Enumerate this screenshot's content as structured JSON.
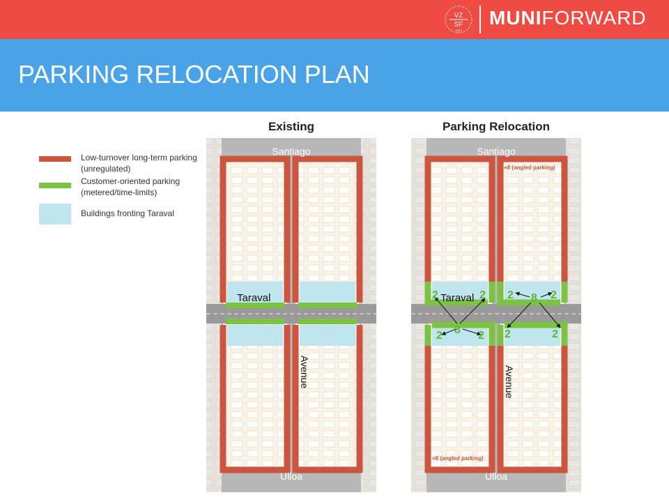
{
  "brand": {
    "logo_top": "VZ",
    "logo_bottom": "SF",
    "logo_year": "2024",
    "muni_bold": "MUNI",
    "muni_light": "FORWARD"
  },
  "title": "PARKING RELOCATION PLAN",
  "legend": [
    {
      "label": "Low-turnover long-term parking (unregulated)",
      "color": "#cc5540"
    },
    {
      "label": "Customer-oriented parking (metered/time-limits)",
      "color": "#7cc243"
    },
    {
      "label": "Buildings fronting Taraval",
      "color": "#bfe6ee"
    }
  ],
  "maps": {
    "existing": {
      "heading": "Existing"
    },
    "relocation": {
      "heading": "Parking Relocation",
      "angled_top": "+8 (angled parking)",
      "angled_bottom": "+8 (angled parking)",
      "counts": [
        "2",
        "2",
        "2",
        "8",
        "2",
        "2",
        "8",
        "2",
        "2",
        "2"
      ]
    }
  },
  "streets": {
    "north": "Santiago",
    "south": "Ulloa",
    "cross": "Taraval",
    "avenue": "Avenue"
  },
  "colors": {
    "red_bar": "#ef4b43",
    "blue_bar": "#4aa3e6",
    "long_term": "#cc5540",
    "customer": "#7cc243",
    "buildings": "#bfe6ee"
  }
}
